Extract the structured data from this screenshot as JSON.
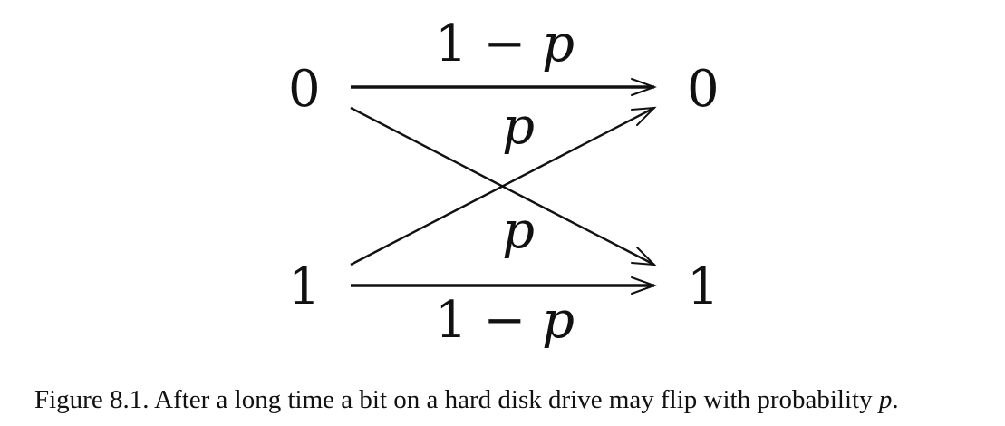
{
  "diagram": {
    "inputs": {
      "zero": "0",
      "one": "1"
    },
    "outputs": {
      "zero": "0",
      "one": "1"
    },
    "edges": {
      "zero_to_zero": {
        "prefix": "1 − ",
        "var": "p"
      },
      "zero_to_one": {
        "var": "p"
      },
      "one_to_zero": {
        "var": "p"
      },
      "one_to_one": {
        "prefix": "1 − ",
        "var": "p"
      }
    }
  },
  "caption": {
    "text": "Figure 8.1. After a long time a bit on a hard disk drive may flip with probability ",
    "var": "p",
    "suffix": "."
  }
}
